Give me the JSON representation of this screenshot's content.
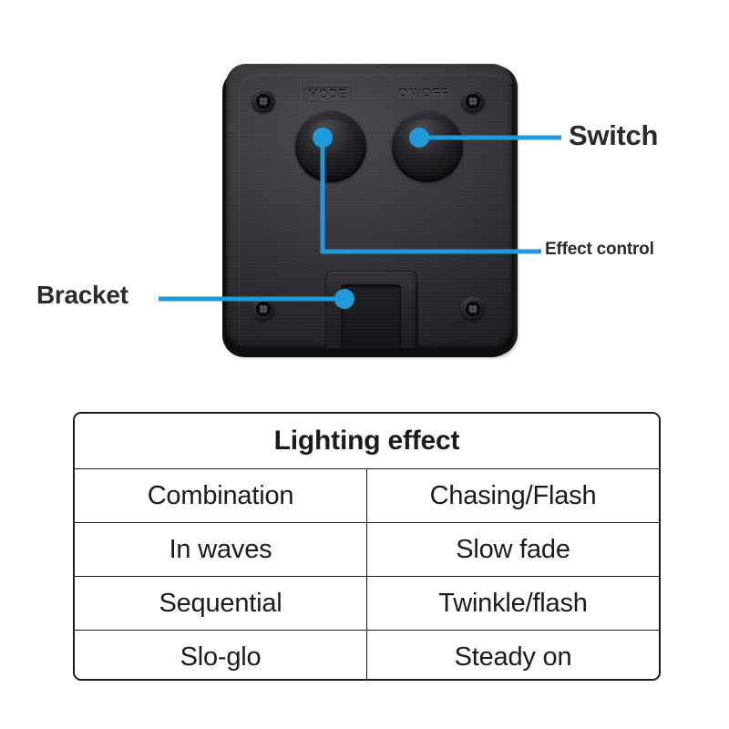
{
  "diagram": {
    "product_label_mode": "MODE",
    "product_label_onoff": "ON/OFF",
    "accent_color": "#1e9bd8",
    "callouts": [
      {
        "id": "switch",
        "label": "Switch",
        "target": "on-off-button"
      },
      {
        "id": "effect-control",
        "label": "Effect control",
        "target": "mode-button"
      },
      {
        "id": "bracket",
        "label": "Bracket",
        "target": "mounting-bracket"
      }
    ]
  },
  "effect_table": {
    "title": "Lighting effect",
    "columns": 2,
    "rows": [
      [
        "Combination",
        "Chasing/Flash"
      ],
      [
        "In waves",
        "Slow fade"
      ],
      [
        "Sequential",
        "Twinkle/flash"
      ],
      [
        "Slo-glo",
        "Steady on"
      ]
    ]
  }
}
